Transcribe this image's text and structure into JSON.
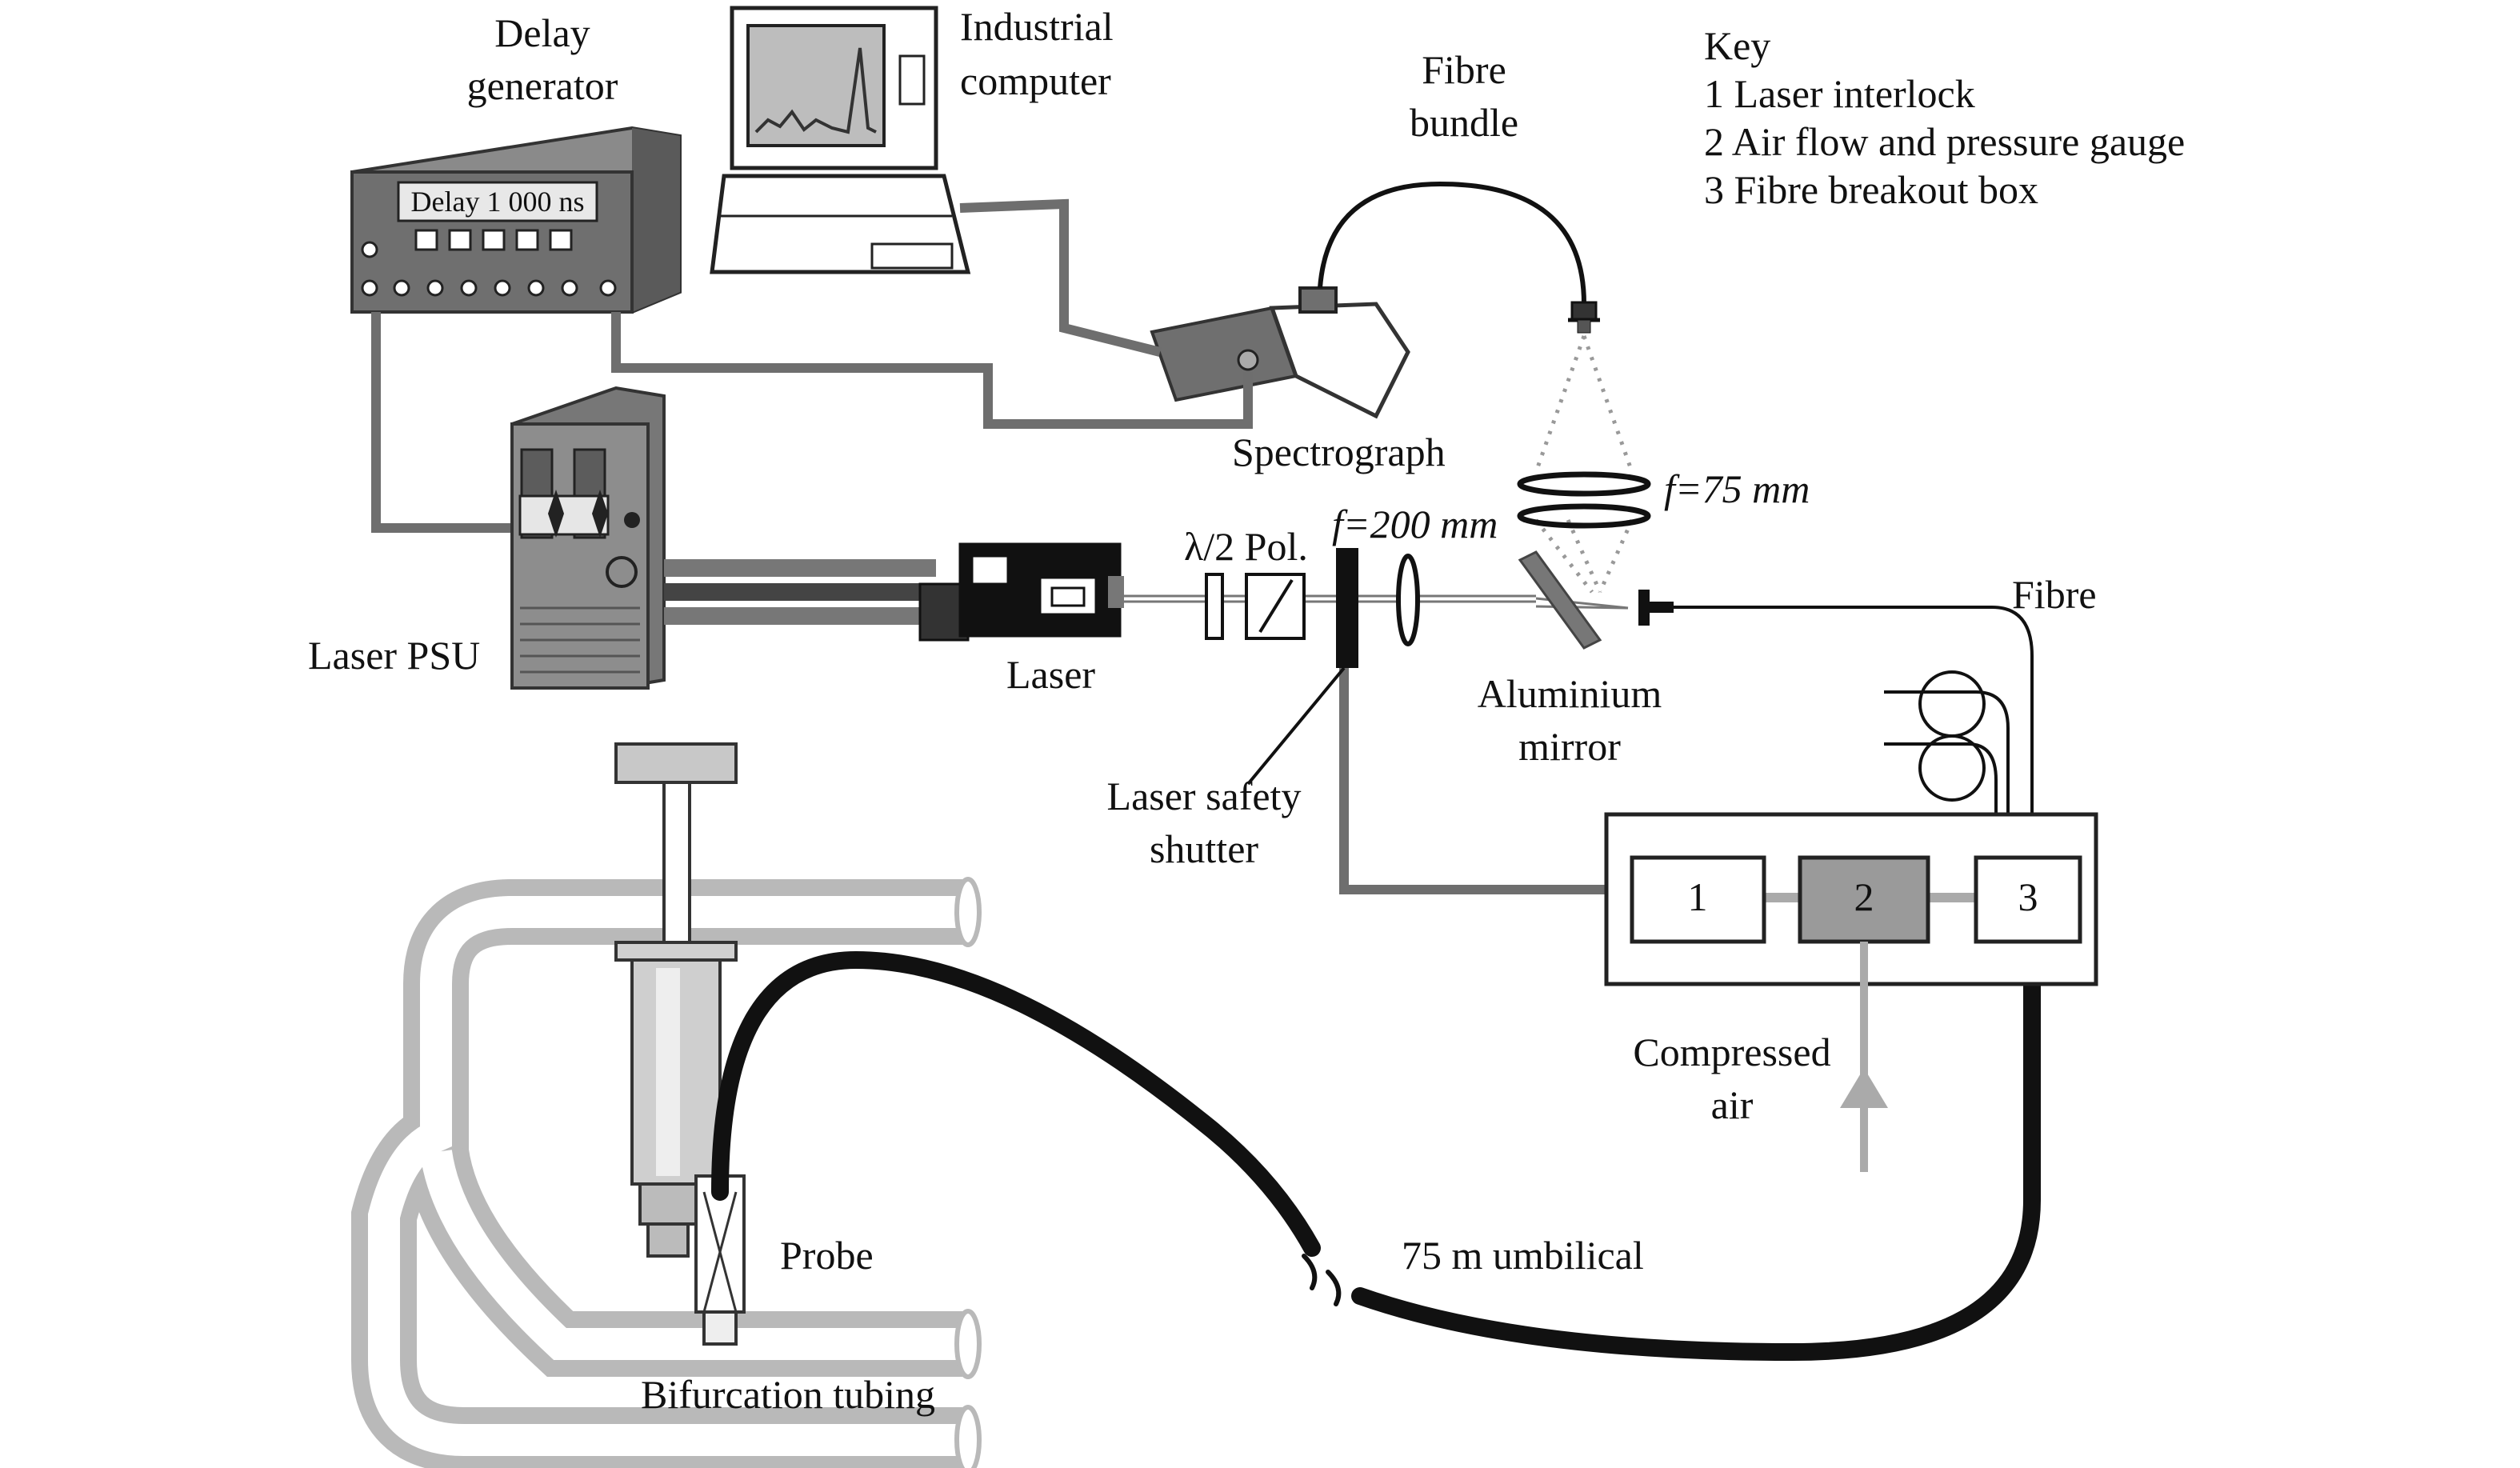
{
  "labels": {
    "delay_generator_1": "Delay",
    "delay_generator_2": "generator",
    "delay_display": "Delay 1 000 ns",
    "industrial_computer_1": "Industrial",
    "industrial_computer_2": "computer",
    "fibre_bundle_1": "Fibre",
    "fibre_bundle_2": "bundle",
    "spectrograph": "Spectrograph",
    "lens_f75": "f=75 mm",
    "lens_f200": "f=200 mm",
    "half_wave_pol": "λ/2 Pol.",
    "laser_psu": "Laser PSU",
    "laser": "Laser",
    "fibre": "Fibre",
    "aluminium_mirror_1": "Aluminium",
    "aluminium_mirror_2": "mirror",
    "laser_safety_shutter_1": "Laser safety",
    "laser_safety_shutter_2": "shutter",
    "compressed_air_1": "Compressed",
    "compressed_air_2": "air",
    "probe": "Probe",
    "umbilical": "75 m umbilical",
    "bifurcation_tubing": "Bifurcation tubing"
  },
  "key": {
    "title": "Key",
    "items": [
      "1 Laser interlock",
      "2 Air flow and pressure gauge",
      "3 Fibre breakout box"
    ]
  },
  "breakout_boxes": [
    "1",
    "2",
    "3"
  ],
  "colors": {
    "grey_tube": "#b9b9b9",
    "dark_grey": "#6e6e6e",
    "black": "#111111",
    "box2_fill": "#9a9a9a"
  }
}
